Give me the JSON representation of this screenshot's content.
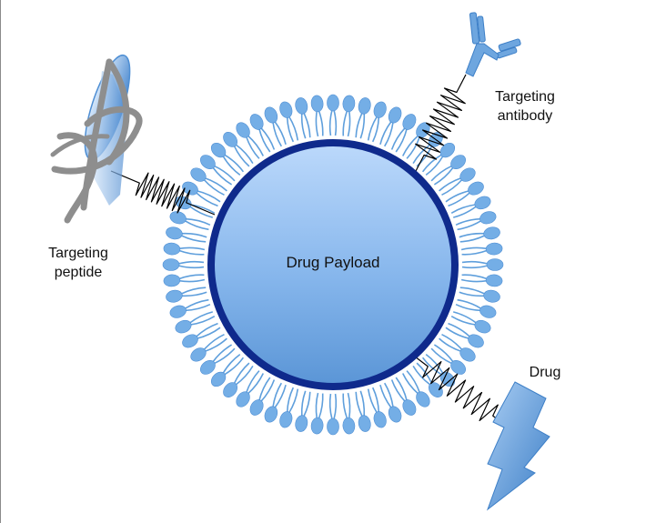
{
  "labels": {
    "payload": "Drug Payload",
    "peptide_line1": "Targeting",
    "peptide_line2": "peptide",
    "antibody_line1": "Targeting",
    "antibody_line2": "antibody",
    "drug": "Drug"
  },
  "colors": {
    "core_light": "#b8d6fb",
    "core_dark": "#5f9ad8",
    "core_outline": "#0f2a8c",
    "lipid_head": "#74aee6",
    "lipid_tail": "#5f9fdc",
    "peptide_gray": "#8e8e8e",
    "shape_blue": "#4f8fd4",
    "linker": "#000000"
  },
  "icons": {
    "peptide": "peptide-ribbon-icon",
    "antibody": "antibody-y-icon",
    "drug": "lightning-bolt-icon"
  }
}
